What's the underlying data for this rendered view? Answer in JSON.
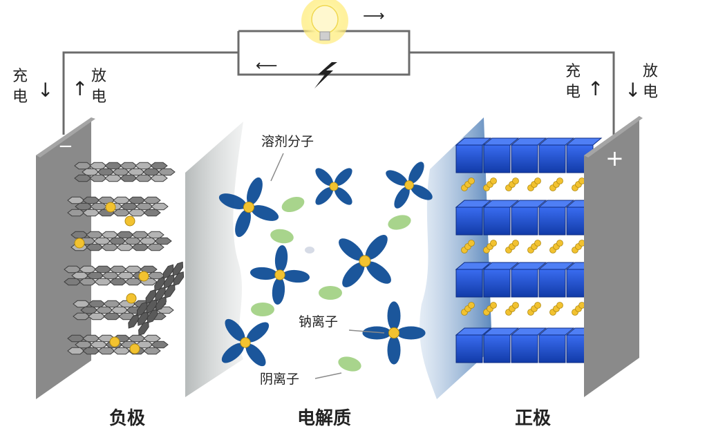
{
  "labels": {
    "solvent": "溶剂分子",
    "sodium_ion": "钠离子",
    "anion": "阴离子",
    "anode": "负极",
    "electrolyte": "电解质",
    "cathode": "正极",
    "charge": "充电",
    "discharge": "放电",
    "minus_sign": "−",
    "plus_sign": "+",
    "arrow_right": "⟶",
    "arrow_left": "⟵",
    "arrow_up": "↑",
    "arrow_down": "↓"
  },
  "colors": {
    "wire": "#6b6b6b",
    "electrode_plate": "#8a8a8a",
    "graphite": "#8c8c8c",
    "cathode_block": "#1f4fd0",
    "sodium": "#f2c230",
    "solvent_petal": "#0f4d96",
    "anion": "#a8d48c",
    "separator": "#b9bdbd",
    "bulb": "#fff3a0"
  },
  "icons": [
    "light-bulb-icon",
    "lightning-bolt-icon"
  ]
}
